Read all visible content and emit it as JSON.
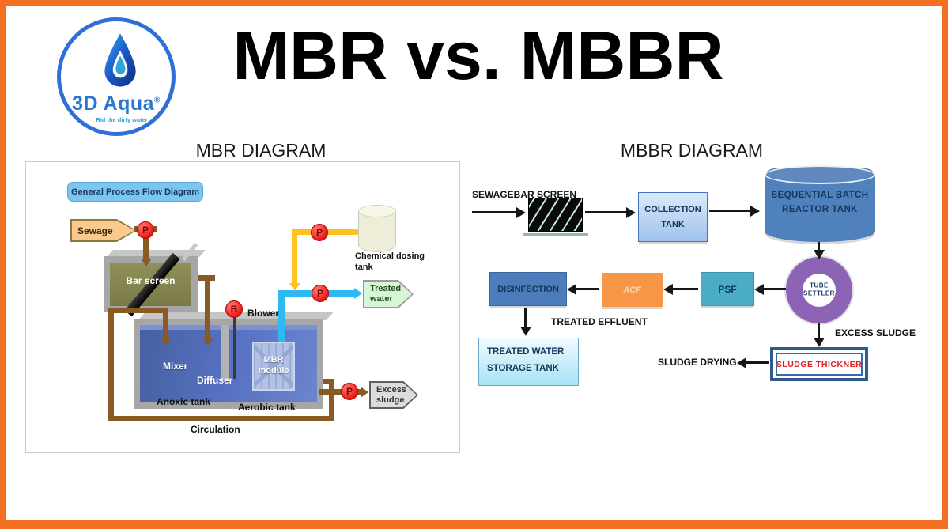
{
  "title": "MBR vs. MBBR",
  "logo": {
    "brand": "3D Aqua",
    "registered": "®",
    "tagline": "Rid the dirty water"
  },
  "mbr": {
    "heading": "MBR DIAGRAM",
    "flow_title": "General Process Flow Diagram",
    "pump_label": "P",
    "blower_symbol": "B",
    "labels": {
      "sewage": "Sewage",
      "bar_screen": "Bar screen",
      "mixer": "Mixer",
      "diffuser": "Diffuser",
      "mbr_module": "MBR module",
      "blower": "Blower",
      "chemical_dosing_tank": "Chemical dosing tank",
      "treated_water": "Treated water",
      "excess_sludge": "Excess sludge",
      "anoxic_tank": "Anoxic tank",
      "aerobic_tank": "Aerobic tank",
      "circulation": "Circulation"
    }
  },
  "mbbr": {
    "heading": "MBBR DIAGRAM",
    "labels": {
      "sewage_bar_screen": "SEWAGEBAR SCREEN",
      "collection_tank": "COLLECTION TANK",
      "sbr_tank": "SEQUENTIAL BATCH REACTOR TANK",
      "tube_settler": "TUBE SETTLER",
      "psf": "PSF",
      "acf": "ACF",
      "disinfection": "DISINFECTION",
      "treated_effluent": "TREATED EFFLUENT",
      "treated_water_storage_tank": "TREATED WATER STORAGE TANK",
      "excess_sludge": "EXCESS SLUDGE",
      "sludge_thickner": "SLUDGE THICKNER",
      "sludge_drying": "SLUDGE DRYING"
    }
  },
  "colors": {
    "frame_orange": "#F36F21",
    "logo_blue": "#2E6FD8",
    "flow_title_bg": "#7CC5F1",
    "sewage_fill": "#F9C98E",
    "tank_water_blue": "#5873C5",
    "bar_screen_water": "#8C8C55",
    "pipe_brown": "#8A5A25",
    "pipe_yellow": "#FFC220",
    "pipe_cyan": "#2FB9F2",
    "pump_red": "#E31212",
    "treated_water_fill": "#D8F5D8",
    "excess_sludge_fill": "#DCDCDC",
    "collection_tank_bg": "#BCD5F2",
    "sbr_blue": "#4F81BD",
    "tube_settler_purple": "#8D64B5",
    "psf_teal": "#4BACC6",
    "acf_orange": "#F79646",
    "disinfection_blue": "#4C7CBB",
    "storage_tank_cyan": "#B5E8F7",
    "thickner_border_navy": "#2E5A8F",
    "thickner_text_red": "#E02020"
  }
}
